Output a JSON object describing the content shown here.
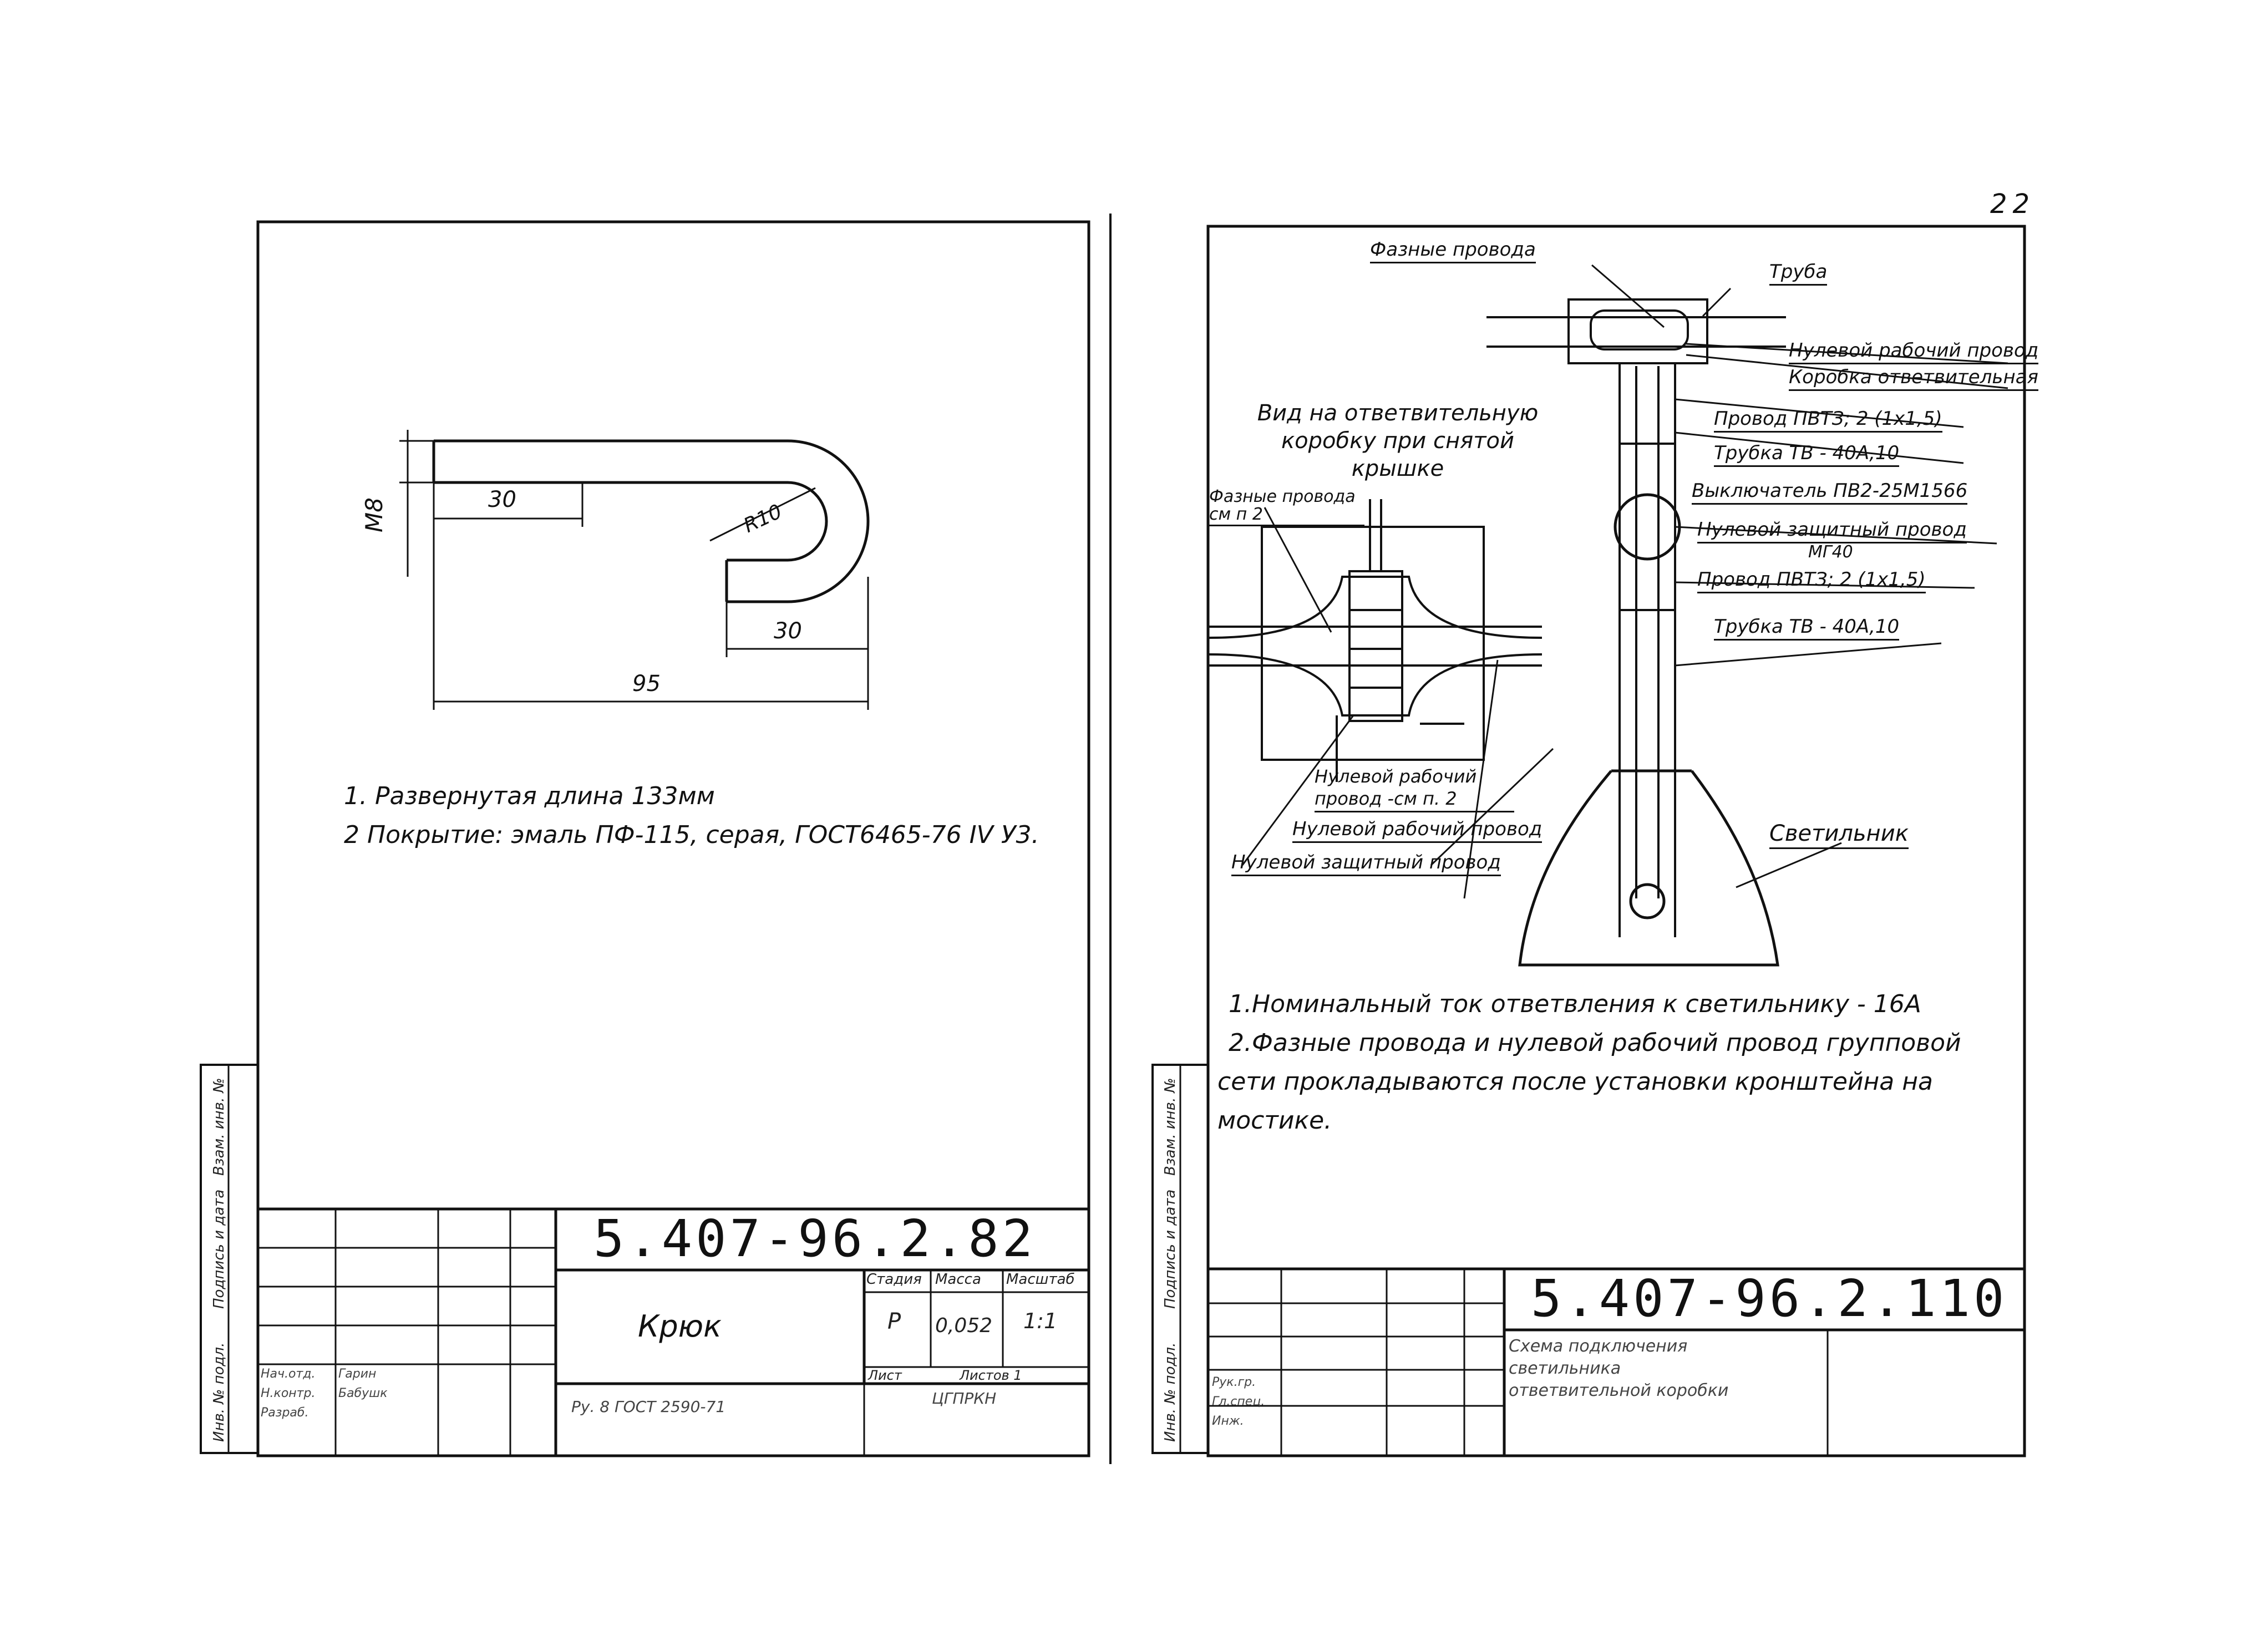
{
  "page_number": "22",
  "left_sheet": {
    "dimensions": {
      "thread": "M8",
      "straight_len": "30",
      "radius": "R10",
      "tail_len": "30",
      "overall_len": "95"
    },
    "notes": [
      "1. Развернутая длина 133мм",
      "2 Покрытие: эмаль ПФ-115, серая, ГОСТ6465-76 IV У3."
    ],
    "side_columns": [
      "Инв. № подл.",
      "Подпись и дата",
      "Взам. инв. №"
    ],
    "title_block": {
      "doc_number": "5.407-96.2.82",
      "title": "Крюк",
      "stage_header": "Стадия",
      "mass_header": "Масса",
      "scale_header": "Масштаб",
      "stage": "Р",
      "mass": "0,052",
      "scale": "1:1",
      "sheet_label": "Лист",
      "sheets_label": "Листов 1",
      "roles": [
        "Нач.отд.",
        "Н.контр.",
        "Разраб."
      ],
      "names": [
        "Гарин",
        "Бабушк"
      ],
      "material": "Ру. 8 ГОСТ 2590-71",
      "org": "ЦГПРКН"
    }
  },
  "right_sheet": {
    "labels": {
      "phase_wires_top": "Фазные провода",
      "pipe": "Труба",
      "neutral_working": "Нулевой рабочий провод",
      "junction_box": "Коробка ответвительная",
      "wire_pvtz_1": "Провод ПВТЗ; 2 (1х1,5)",
      "tube_1": "Трубка ТВ - 40А,10",
      "switch": "Выключатель ПВ2-25М1566",
      "neutral_protective": "Нулевой защитный провод",
      "mg": "МГ40",
      "wire_pvtz_2": "Провод ПВТЗ; 2 (1х1,5)",
      "tube_2": "Трубка ТВ - 40А,10",
      "view_title": "Вид на ответвительную коробку при снятой крышке",
      "phase_wires_ref": "Фазные провода см п 2",
      "neutral_working_ref": "Нулевой рабочий провод -см п. 2",
      "neutral_working_2": "Нулевой рабочий провод",
      "neutral_protective_2": "Нулевой защитный провод",
      "luminaire": "Светильник"
    },
    "notes": [
      "1.Номинальный ток ответвления к светильнику - 16А",
      "2.Фазные провода и нулевой рабочий провод групповой",
      "сети прокладываются после установки кронштейна на",
      "мостике."
    ],
    "side_columns": [
      "Инв. № подл.",
      "Подпись и дата",
      "Взам. инв. №"
    ],
    "title_block": {
      "doc_number": "5.407-96.2.110",
      "title_lines": [
        "Схема подключения",
        "светильника",
        "ответвительной коробки"
      ],
      "roles": [
        "Рук.гр.",
        "Гл.спец.",
        "Инж."
      ]
    }
  },
  "colors": {
    "ink": "#111111",
    "paper": "#ffffff"
  }
}
